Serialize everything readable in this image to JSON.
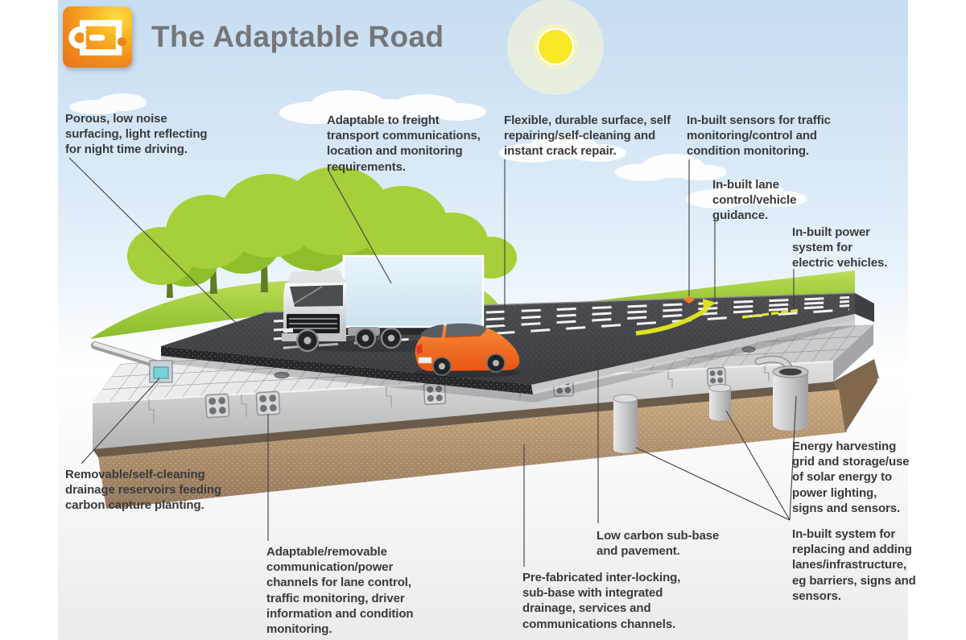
{
  "header": {
    "title": "The Adaptable Road",
    "logo_icon": "adaptable-road-logo-icon"
  },
  "annotations": {
    "porous_surfacing": {
      "text": "Porous, low noise\nsurfacing, light reflecting\nfor night time driving."
    },
    "freight_transport": {
      "text": "Adaptable to freight\ntransport communications,\nlocation and monitoring\nrequirements."
    },
    "durable_surface": {
      "text": "Flexible, durable surface, self\nrepairing/self-cleaning and\ninstant crack repair."
    },
    "traffic_sensors": {
      "text": "In-built sensors for traffic\nmonitoring/control and\ncondition monitoring."
    },
    "lane_control": {
      "text": "In-built lane\ncontrol/vehicle\nguidance."
    },
    "power_system": {
      "text": "In-built power\nsystem for\nelectric vehicles."
    },
    "drainage_reservoirs": {
      "text": "Removable/self-cleaning\ndrainage reservoirs feeding\ncarbon capture planting."
    },
    "comm_channels": {
      "text": "Adaptable/removable\ncommunication/power\nchannels for lane control,\ntraffic monitoring, driver\ninformation and condition\nmonitoring."
    },
    "low_carbon": {
      "text": "Low carbon sub-base\nand pavement."
    },
    "prefabricated": {
      "text": "Pre-fabricated inter-locking,\nsub-base with integrated\ndrainage, services and\ncommunications channels."
    },
    "energy_harvesting": {
      "text": "Energy harvesting\ngrid and storage/use\nof solar energy to\npower lighting,\nsigns and sensors."
    },
    "replacement_system": {
      "text": "In-built system for\nreplacing and adding\nlanes/infrastructure,\neg barriers, signs and\nsensors."
    }
  },
  "scene_elements": [
    "sun",
    "clouds",
    "trees",
    "grass-verge",
    "asphalt-road",
    "lane-markings",
    "lane-guidance-arrow",
    "traffic-sensor",
    "power-strip",
    "freight-truck",
    "orange-car",
    "concrete-sub-base",
    "reinforcement-mesh",
    "interlocking-channel-blocks",
    "support-pillars",
    "energy-storage-cylinder",
    "earth-layer",
    "drainage-channel"
  ],
  "colors": {
    "accent_orange": "#f08a1d",
    "grass_green": "#a6cf39",
    "asphalt": "#404245",
    "concrete": "#d6d7d9",
    "earth": "#c3a27a",
    "trailer_blue": "#ddedf8",
    "car_orange": "#f16a21",
    "arrow_yellow": "#dde21f",
    "text": "#393a3c",
    "sky": "#c7ddf1"
  }
}
